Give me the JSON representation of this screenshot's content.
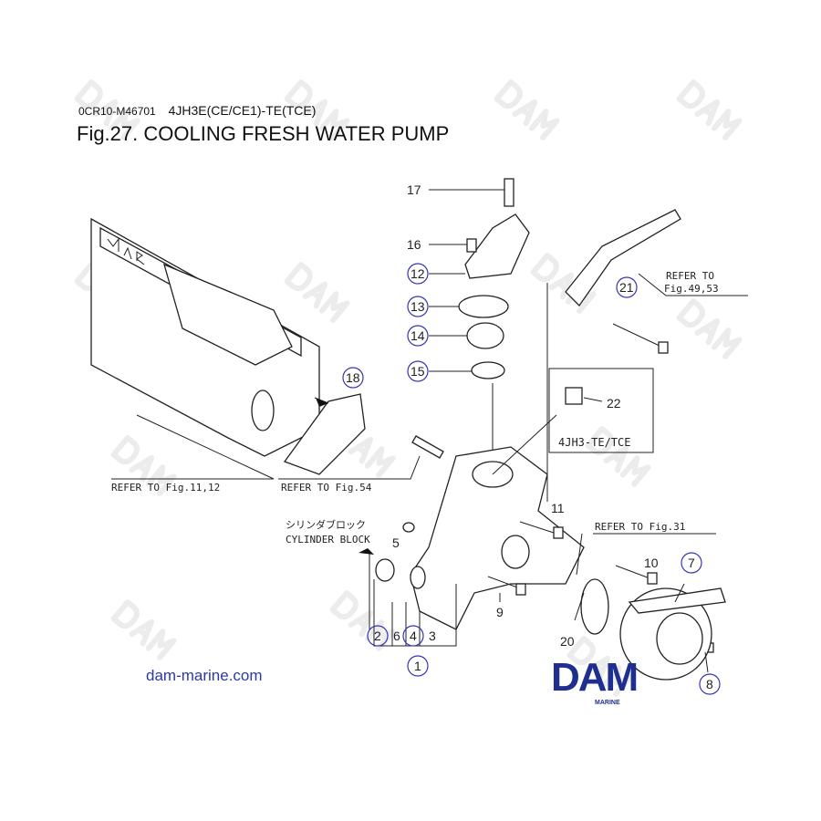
{
  "header": {
    "doc_code": "0CR10-M46701",
    "model": "4JH3E(CE/CE1)-TE(TCE)",
    "title": "Fig.27.  COOLING FRESH WATER PUMP"
  },
  "watermark": "DAM",
  "website": "dam-marine.com",
  "logo": {
    "text": "DAM",
    "subtext": "MARINE",
    "color": "#1f2f8f"
  },
  "callouts": {
    "c1": "1",
    "c2": "2",
    "c3": "3",
    "c4": "4",
    "c5": "5",
    "c6": "6",
    "c7": "7",
    "c8": "8",
    "c9": "9",
    "c10": "10",
    "c11": "11",
    "c12": "12",
    "c13": "13",
    "c14": "14",
    "c15": "15",
    "c16": "16",
    "c17": "17",
    "c18": "18",
    "c20": "20",
    "c21": "21",
    "c22": "22"
  },
  "references": {
    "fig11_12": "REFER TO Fig.11,12",
    "fig54": "REFER TO Fig.54",
    "fig31": "REFER TO Fig.31",
    "fig49_53_a": "REFER TO",
    "fig49_53_b": "Fig.49,53",
    "variant": "4JH3-TE/TCE",
    "cyl_jp": "シリンダブロック",
    "cyl_en": "CYLINDER BLOCK"
  },
  "colors": {
    "circle": "#3535b5",
    "logo": "#1f2f8f",
    "link": "#2b3aa8"
  }
}
